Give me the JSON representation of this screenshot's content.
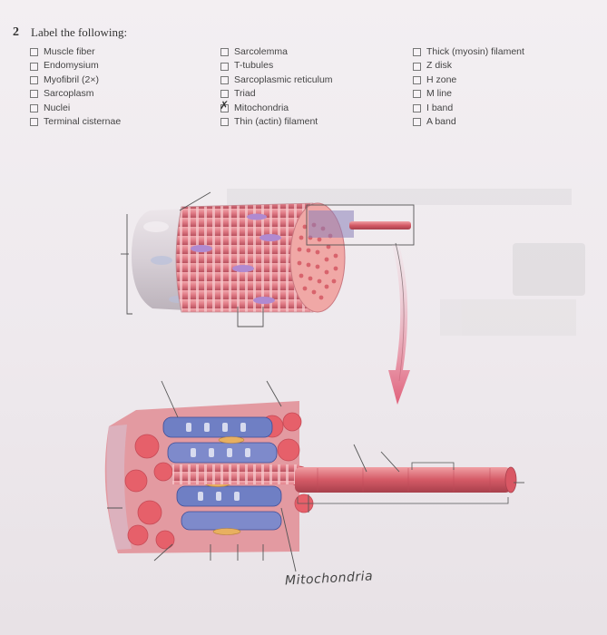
{
  "question": {
    "number": "2",
    "title": "Label the following:"
  },
  "label_columns": [
    [
      {
        "text": "Muscle fiber",
        "checked": false
      },
      {
        "text": "Endomysium",
        "checked": false
      },
      {
        "text": "Myofibril (2×)",
        "checked": false
      },
      {
        "text": "Sarcoplasm",
        "checked": false
      },
      {
        "text": "Nuclei",
        "checked": false
      },
      {
        "text": "Terminal cisternae",
        "checked": false
      }
    ],
    [
      {
        "text": "Sarcolemma",
        "checked": false
      },
      {
        "text": "T-tubules",
        "checked": false
      },
      {
        "text": "Sarcoplasmic reticulum",
        "checked": false
      },
      {
        "text": "Triad",
        "checked": false
      },
      {
        "text": "Mitochondria",
        "checked": true
      },
      {
        "text": "Thin (actin) filament",
        "checked": false
      }
    ],
    [
      {
        "text": "Thick (myosin) filament",
        "checked": false
      },
      {
        "text": "Z disk",
        "checked": false
      },
      {
        "text": "H zone",
        "checked": false
      },
      {
        "text": "M line",
        "checked": false
      },
      {
        "text": "I band",
        "checked": false
      },
      {
        "text": "A band",
        "checked": false
      }
    ]
  ],
  "handwritten_answer": "Mitochondria",
  "colors": {
    "muscle_pink": "#e07a85",
    "muscle_dark": "#c24a58",
    "membrane": "#d9d2d8",
    "tubule_blue": "#6f7fc4",
    "nucleus_purple": "#b08ad0",
    "arrow_pink": "#e0607a"
  }
}
